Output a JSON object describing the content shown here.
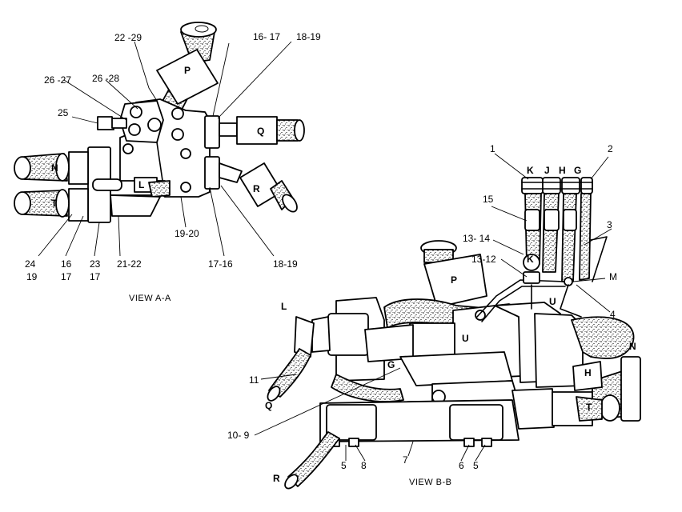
{
  "view_a": {
    "title": "VIEW A-A",
    "callouts": {
      "c22_29": "22 -29",
      "c26_27": "26 -27",
      "c26_28": "26 -28",
      "c25": "25",
      "c16_17": "16- 17",
      "c18_19_top": "18-19",
      "c24": "24",
      "c19": "19",
      "c16": "16",
      "c17a": "17",
      "c23": "23",
      "c17b": "17",
      "c21_22": "21-22",
      "c19_20": "19-20",
      "c17_16": "17-16",
      "c18_19_bot": "18-19"
    },
    "ports": {
      "P": "P",
      "Q": "Q",
      "N": "N",
      "T": "T",
      "L": "L",
      "R": "R"
    }
  },
  "view_b": {
    "title": "VIEW B-B",
    "callouts": {
      "c1": "1",
      "c2": "2",
      "c3": "3",
      "c4": "4",
      "c15": "15",
      "c13_14": "13- 14",
      "c13_12": "13-12",
      "c11": "11",
      "c10_9": "10- 9",
      "c5a": "5",
      "c8": "8",
      "c7": "7",
      "c6": "6",
      "c5b": "5",
      "cM": "M"
    },
    "ports": {
      "K_top": "K",
      "J": "J",
      "H_top": "H",
      "G_top": "G",
      "K_fit": "K",
      "P": "P",
      "L": "L",
      "U_a": "U",
      "U_b": "U",
      "G_mid": "G",
      "H_mid": "H",
      "N": "N",
      "T": "T",
      "Q": "Q",
      "R": "R"
    }
  }
}
